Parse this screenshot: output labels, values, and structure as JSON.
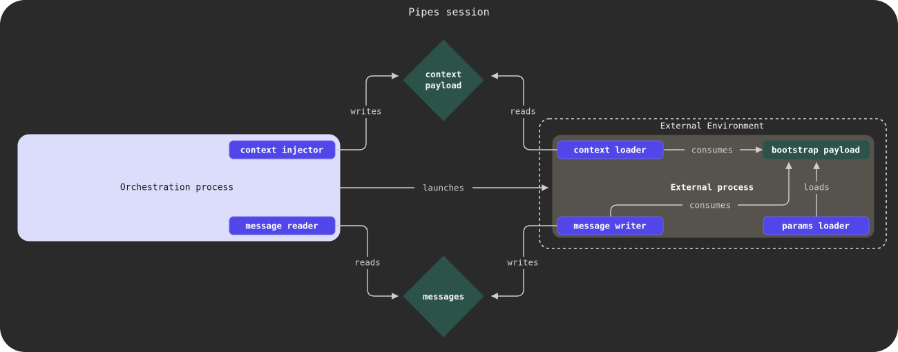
{
  "diagram": {
    "title": "Pipes session",
    "canvas_color": "#2b2a2a",
    "accent_purple": "#5146e8",
    "accent_teal": "#2b5349",
    "accent_lavender": "#dcdcfb",
    "accent_gray": "#56524c"
  },
  "orchestration": {
    "label": "Orchestration process",
    "nodes": [
      {
        "id": "context-injector",
        "label": "context injector"
      },
      {
        "id": "message-reader",
        "label": "message reader"
      }
    ]
  },
  "stores": [
    {
      "id": "context-payload",
      "label_line1": "context",
      "label_line2": "payload",
      "shape": "diamond"
    },
    {
      "id": "messages",
      "label_line1": "messages",
      "label_line2": "",
      "shape": "diamond"
    }
  ],
  "external_environment": {
    "label": "External Environment",
    "process": {
      "label": "External process",
      "nodes": [
        {
          "id": "context-loader",
          "label": "context loader",
          "kind": "pill"
        },
        {
          "id": "bootstrap-payload",
          "label": "bootstrap payload",
          "kind": "payload"
        },
        {
          "id": "message-writer",
          "label": "message writer",
          "kind": "pill"
        },
        {
          "id": "params-loader",
          "label": "params loader",
          "kind": "pill"
        }
      ]
    }
  },
  "edges": [
    {
      "id": "injector-writes-context",
      "label": "writes",
      "from": "context-injector",
      "to": "context-payload"
    },
    {
      "id": "loader-reads-context",
      "label": "reads",
      "from": "context-loader",
      "to": "context-payload"
    },
    {
      "id": "orchestration-launches-external",
      "label": "launches",
      "from": "orchestration",
      "to": "external-process"
    },
    {
      "id": "reader-reads-messages",
      "label": "reads",
      "from": "message-reader",
      "to": "messages"
    },
    {
      "id": "writer-writes-messages",
      "label": "writes",
      "from": "message-writer",
      "to": "messages"
    },
    {
      "id": "context-loader-consumes-bootstrap",
      "label": "consumes",
      "from": "context-loader",
      "to": "bootstrap-payload"
    },
    {
      "id": "message-writer-consumes-bootstrap",
      "label": "consumes",
      "from": "message-writer",
      "to": "bootstrap-payload"
    },
    {
      "id": "params-loader-loads-bootstrap",
      "label": "loads",
      "from": "params-loader",
      "to": "bootstrap-payload"
    }
  ]
}
